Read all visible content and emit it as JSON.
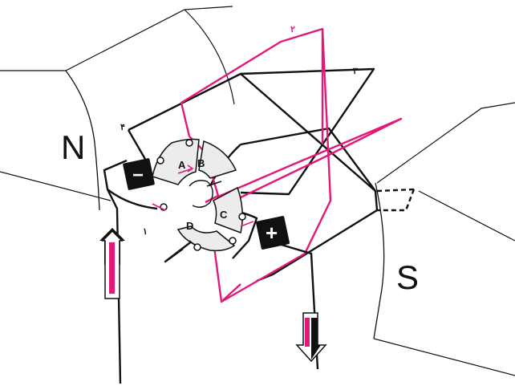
{
  "colors": {
    "wire_black": "#111111",
    "wire_magenta": "#e3197a",
    "magnet_fill": "#ffffff",
    "commutator_fill": "#ececec",
    "brush_fill": "#111111",
    "brush_text": "#ffffff"
  },
  "magnets": {
    "north_label": "N",
    "south_label": "S"
  },
  "brushes": {
    "negative_label": "−",
    "positive_label": "+"
  },
  "commutator": {
    "segments": [
      "A",
      "B",
      "C",
      "D"
    ]
  },
  "coil_numbers": {
    "coil_1": "۱",
    "coil_2": "۲",
    "coil_3": "۳",
    "coil_4": "۴"
  },
  "arrows": {
    "current_in": "up-arrow-icon",
    "current_out": "down-arrow-icon"
  }
}
